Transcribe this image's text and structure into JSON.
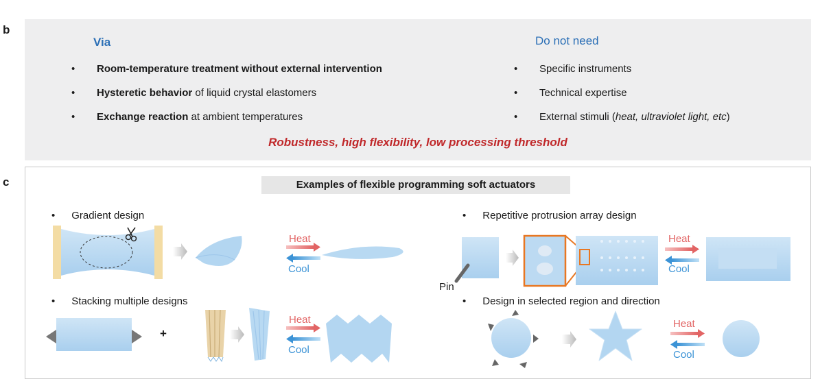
{
  "panel_b": {
    "letter": "b",
    "via": {
      "heading": "Via",
      "items": [
        {
          "bold": "Room-temperature treatment without external intervention",
          "rest": ""
        },
        {
          "bold": "Hysteretic behavior",
          "rest": " of liquid crystal elastomers"
        },
        {
          "bold": "Exchange reaction",
          "rest": " at ambient temperatures"
        }
      ]
    },
    "do_not_need": {
      "heading": "Do not need",
      "items": [
        {
          "text": "Specific instruments"
        },
        {
          "text": "Technical expertise"
        },
        {
          "text": "External stimuli (",
          "italic": "heat, ultraviolet light, etc",
          "after": ")"
        }
      ]
    },
    "tagline": "Robustness, high flexibility, low processing threshold"
  },
  "panel_c": {
    "letter": "c",
    "title": "Examples of flexible programming soft actuators",
    "examples": {
      "gradient": "Gradient design",
      "stacking": "Stacking multiple designs",
      "protrusion": "Repetitive protrusion array design",
      "region": "Design in selected region and direction"
    },
    "pin_label": "Pin",
    "plus": "+",
    "heat_label": "Heat",
    "cool_label": "Cool",
    "bullet": "•"
  },
  "colors": {
    "accent_blue": "#2b6fb6",
    "tagline_red": "#c0282a",
    "heat": "#e26464",
    "cool": "#3c93d6",
    "panel_bg": "#eeeeef",
    "film": "#bcdaf2",
    "orange": "#e87722"
  }
}
